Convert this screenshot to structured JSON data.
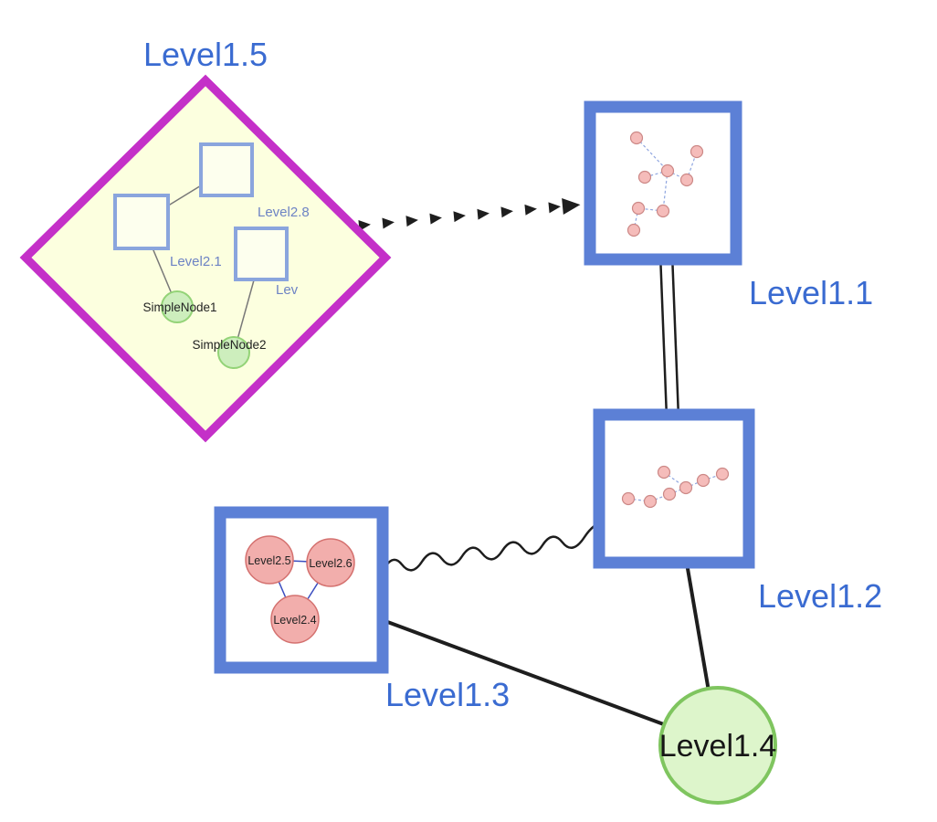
{
  "colors": {
    "label-blue": "#3a6bd1",
    "inner-label-blue": "#6d83c4",
    "magenta": "#c430c8",
    "yellow-fill": "#fcffdf",
    "inner-square-fill": "#fdffee",
    "inner-square-border": "#8aa5dd",
    "node-border-blue": "#5c80d6",
    "green-fill": "#cdeebd",
    "green-border": "#93d377",
    "big-green-fill": "#ddf5cb",
    "big-green-border": "#7fc55f",
    "pink-fill": "#f2aeac",
    "pink-border": "#d4716f",
    "mini-pink-fill": "#f5bcba",
    "mini-pink-border": "#cc8886",
    "mini-edge-blue": "#8fa6e0",
    "inner-edge-blue": "#3b4ec0",
    "edge-color": "#1e1e1e"
  },
  "nodes": {
    "level15": {
      "label": "Level1.5",
      "shape": "diamond"
    },
    "level11": {
      "label": "Level1.1",
      "shape": "square"
    },
    "level12": {
      "label": "Level1.2",
      "shape": "square"
    },
    "level13": {
      "label": "Level1.3",
      "shape": "square"
    },
    "level14": {
      "label": "Level1.4",
      "shape": "circle"
    }
  },
  "level15_contents": {
    "group_labels": {
      "level28": "Level2.8",
      "level21": "Level2.1",
      "lev": "Lev"
    },
    "simple_nodes": {
      "node1": "SimpleNode1",
      "node2": "SimpleNode2"
    }
  },
  "level13_contents": {
    "level25": "Level2.5",
    "level26": "Level2.6",
    "level24": "Level2.4"
  },
  "edges": [
    {
      "from": "Level1.5",
      "to": "Level1.1",
      "style": "dashed-arrow"
    },
    {
      "from": "Level1.1",
      "to": "Level1.2",
      "style": "double-line"
    },
    {
      "from": "Level1.3",
      "to": "Level1.2",
      "style": "wavy"
    },
    {
      "from": "Level1.3",
      "to": "Level1.4",
      "style": "solid"
    },
    {
      "from": "Level1.2",
      "to": "Level1.4",
      "style": "solid"
    }
  ]
}
